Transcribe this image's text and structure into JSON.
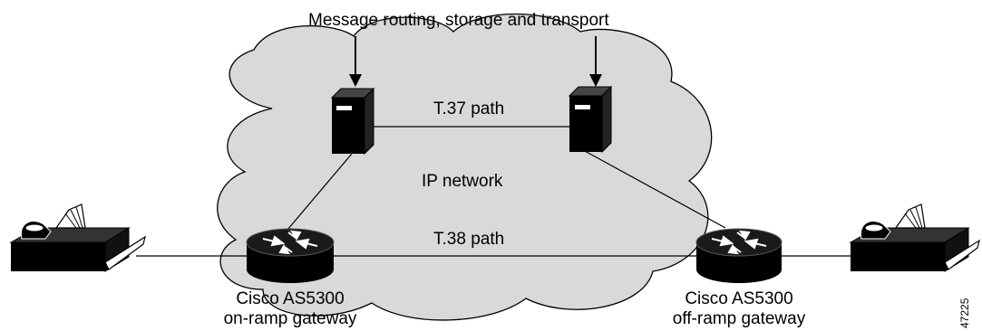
{
  "labels": {
    "top_annotation": "Message routing, storage and transport",
    "t37_path": "T.37 path",
    "ip_network": "IP network",
    "t38_path": "T.38 path",
    "left_gateway_line1": "Cisco AS5300",
    "left_gateway_line2": "on-ramp gateway",
    "right_gateway_line1": "Cisco AS5300",
    "right_gateway_line2": "off-ramp gateway",
    "figure_id": "47225"
  },
  "colors": {
    "cloud_fill": "#d9d9d9",
    "device_fill": "#000000",
    "line": "#000000",
    "background": "#ffffff"
  },
  "icons": {
    "fax": "fax-machine-icon",
    "router": "router-icon",
    "server": "server-icon"
  }
}
